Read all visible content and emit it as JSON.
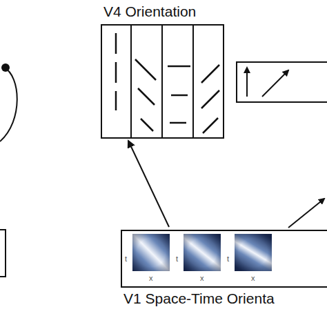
{
  "diagram": {
    "nodes": [
      {
        "text": [
          "V4 Orientation"
        ]
      },
      {
        "text": [
          "V1 Space-Time Orienta"
        ]
      }
    ],
    "edges": [
      {
        "from": 1,
        "to": 0,
        "arrow": "to"
      }
    ],
    "labels": [
      "t",
      "x",
      "t",
      "x",
      "t",
      "x"
    ]
  }
}
